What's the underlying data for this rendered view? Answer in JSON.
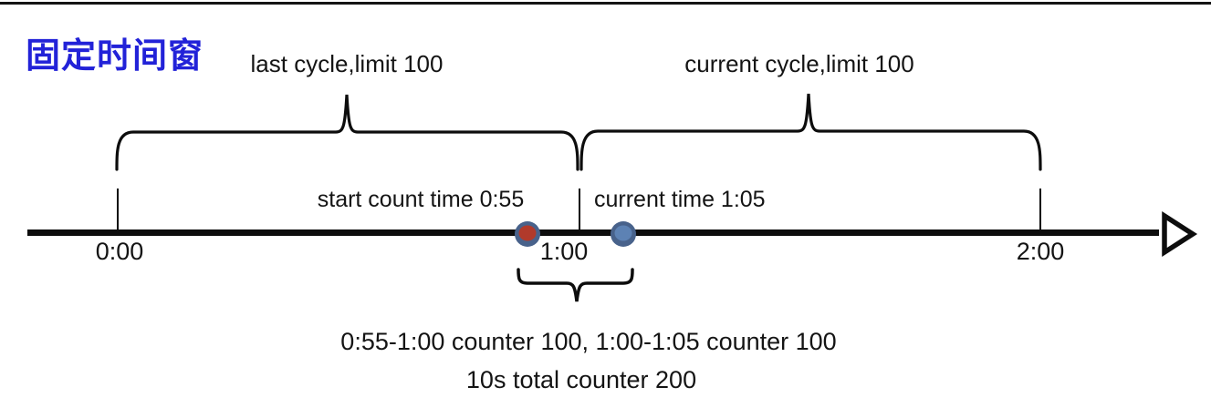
{
  "title": {
    "text": "固定时间窗",
    "color": "#2222d8"
  },
  "braces": {
    "last": {
      "label": "last cycle,limit 100"
    },
    "current": {
      "label": "current cycle,limit 100"
    }
  },
  "markers": {
    "start": {
      "label": "start count time 0:55",
      "dot_fill": "#b13a2b",
      "dot_ring": "#48628b"
    },
    "current": {
      "label": "current time 1:05",
      "dot_fill": "#5d82b4",
      "dot_ring": "#48628b"
    }
  },
  "timeline": {
    "ticks": [
      {
        "label": "0:00"
      },
      {
        "label": "1:00"
      },
      {
        "label": "2:00"
      }
    ]
  },
  "summary": {
    "line1": "0:55-1:00 counter 100, 1:00-1:05 counter 100",
    "line2": "10s total counter 200"
  },
  "colors": {
    "ink": "#0d0d0d",
    "text": "#141414"
  }
}
